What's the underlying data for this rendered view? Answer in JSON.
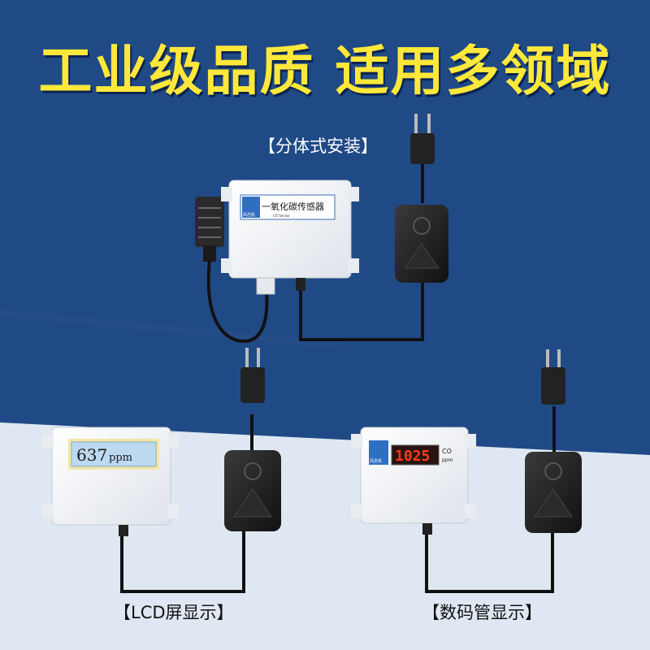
{
  "headline": "工业级品质 适用多领域",
  "labels": {
    "split_install": "【分体式安装】",
    "lcd_display": "【LCD屏显示】",
    "digital_tube": "【数码管显示】"
  },
  "split_sensor": {
    "title": "一氧化碳传感器",
    "subtitle": "CO Sensor",
    "brand": "风邑机"
  },
  "lcd_sensor": {
    "value": "637",
    "unit": "ppm"
  },
  "tube_sensor": {
    "value": "1025",
    "gas": "CO",
    "unit": "ppm",
    "brand": "风邑机"
  },
  "colors": {
    "headline": "#ffe83a",
    "background_dark": "#1f4a86",
    "background_light": "#dfe8f2",
    "enclosure": "#f2f4f7",
    "adapter": "#1c1c1c",
    "lcd_backlight": "#bcd9f0",
    "segment": "#ff3a1a"
  }
}
